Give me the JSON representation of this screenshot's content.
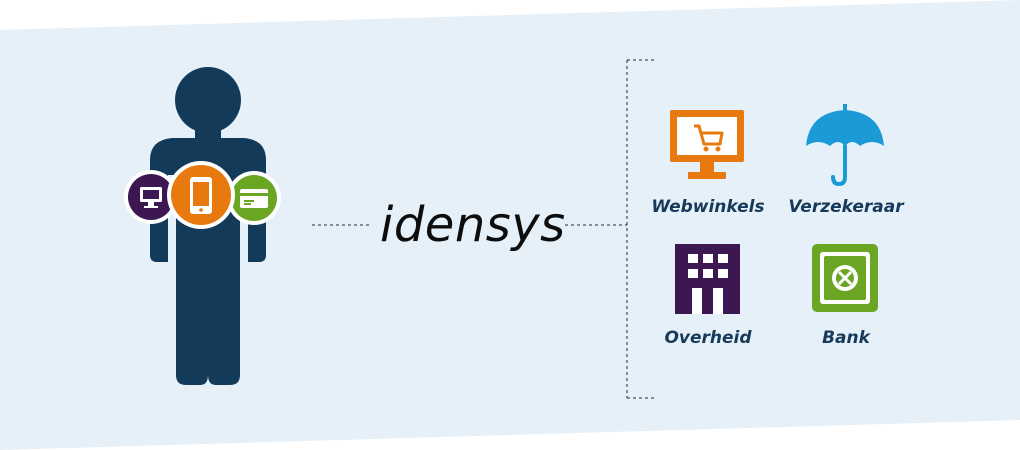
{
  "brand": {
    "name": "idensys"
  },
  "services": [
    {
      "label": "Webwinkels",
      "icon": "shopping-cart-monitor-icon",
      "color": "#e8790e"
    },
    {
      "label": "Verzekeraar",
      "icon": "umbrella-icon",
      "color": "#1c9ad6"
    },
    {
      "label": "Overheid",
      "icon": "office-building-icon",
      "color": "#3d1752"
    },
    {
      "label": "Bank",
      "icon": "safe-icon",
      "color": "#6aa524"
    }
  ],
  "person": {
    "icon": "person-silhouette-icon",
    "color": "#143a59",
    "devices": [
      {
        "icon": "desktop-icon",
        "color": "#3d1752"
      },
      {
        "icon": "smartphone-icon",
        "color": "#e8790e"
      },
      {
        "icon": "credit-card-icon",
        "color": "#6aa524"
      }
    ]
  },
  "colors": {
    "background_band": "#e6f0f8",
    "connector": "#2a2a2a"
  }
}
